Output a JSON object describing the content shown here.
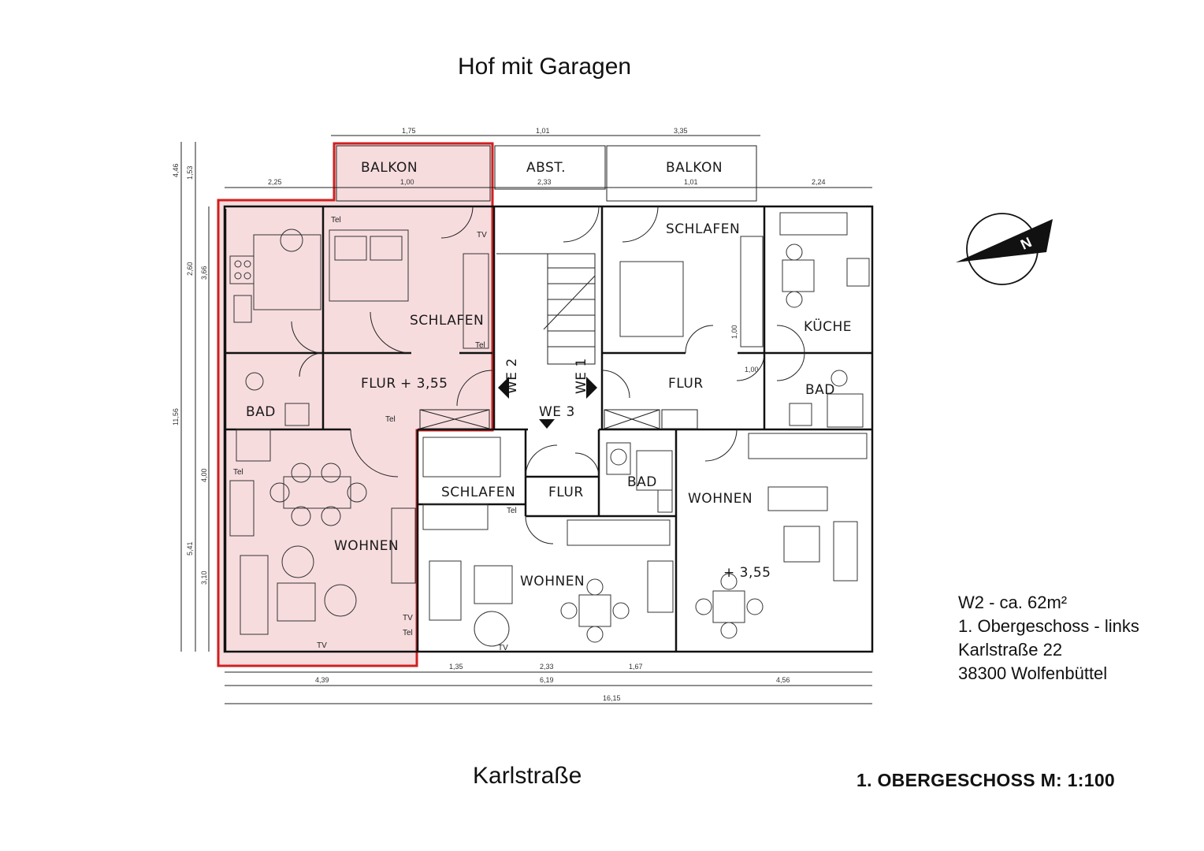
{
  "header": {
    "top_label": "Hof mit Garagen",
    "bottom_label": "Karlstraße"
  },
  "info": {
    "unit": "W2 - ca. 62m²",
    "floor": "1. Obergeschoss - links",
    "street": "Karlstraße 22",
    "city": "38300 Wolfenbüttel"
  },
  "scale_label": "1. OBERGESCHOSS M: 1:100",
  "compass": {
    "letter": "N"
  },
  "colors": {
    "highlight_fill": "#f7dcde",
    "highlight_stroke": "#d11f1f",
    "line": "#111111"
  },
  "rooms": {
    "balkon_left": "BALKON",
    "balkon_right": "BALKON",
    "abst": "ABST.",
    "schlafen_left": "SCHLAFEN",
    "schlafen_right": "SCHLAFEN",
    "kueche": "KÜCHE",
    "flur_left": "FLUR",
    "flur_right": "FLUR",
    "flur_middle": "FLUR",
    "bad_left": "BAD",
    "bad_right": "BAD",
    "bad_middle": "BAD",
    "wohnen_left": "WOHNEN",
    "wohnen_middle": "WOHNEN",
    "wohnen_right": "WOHNEN",
    "schlafen_middle": "SCHLAFEN",
    "we1": "WE 1",
    "we2": "WE 2",
    "we3": "WE 3"
  },
  "levels": {
    "left": "+ 3,55",
    "right": "+ 3,55"
  },
  "marks": {
    "tel": "Tel",
    "tv": "TV"
  },
  "dimensions": {
    "top": [
      "1,75",
      "1,01",
      "3,35"
    ],
    "row2": [
      "2,25",
      "1,00",
      "2,33",
      "1,01",
      "2,24"
    ],
    "bottom1": [
      "4,39",
      "6,19",
      "4,56"
    ],
    "bottom_total": "16,15",
    "bottom_small": [
      "1,35",
      "2,33",
      "1,67"
    ],
    "left": [
      "4,46",
      "1,53",
      "2,60",
      "3,66",
      "11,56",
      "4,00",
      "5,41",
      "3,10"
    ],
    "inner": [
      "1,00",
      "1,00"
    ]
  }
}
